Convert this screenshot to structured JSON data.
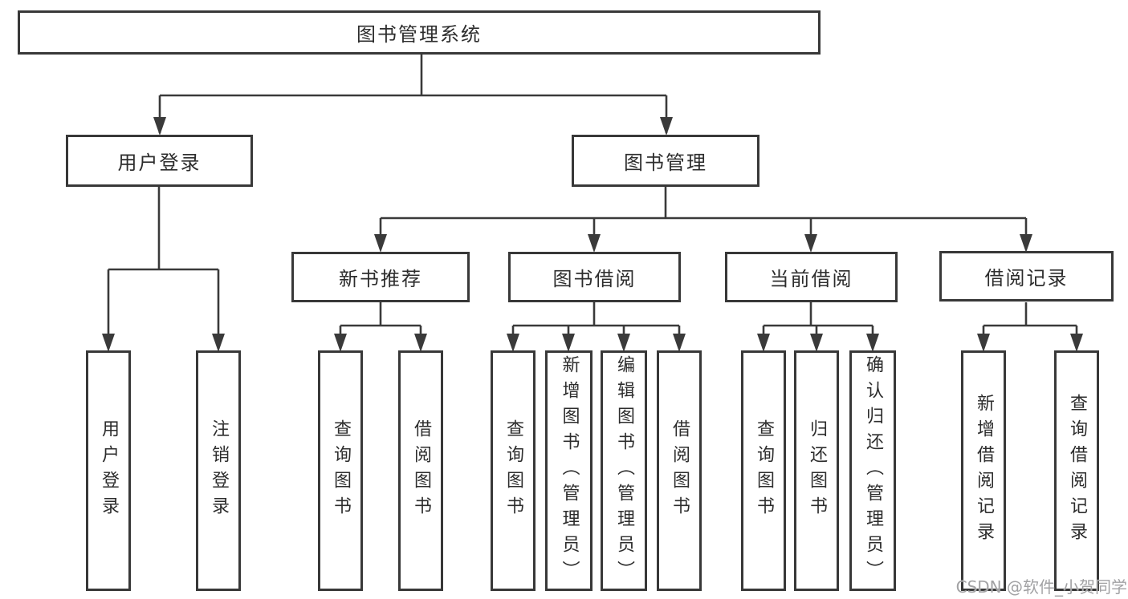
{
  "diagram": {
    "root": {
      "label": "图书管理系统"
    },
    "level1": [
      {
        "label": "用户登录"
      },
      {
        "label": "图书管理"
      }
    ],
    "level2": [
      {
        "label": "新书推荐"
      },
      {
        "label": "图书借阅"
      },
      {
        "label": "当前借阅"
      },
      {
        "label": "借阅记录"
      }
    ],
    "leaves": [
      {
        "label": "用户登录"
      },
      {
        "label": "注销登录"
      },
      {
        "label": "查询图书"
      },
      {
        "label": "借阅图书"
      },
      {
        "label": "查询图书"
      },
      {
        "label": "新增图书（管理员）"
      },
      {
        "label": "编辑图书（管理员）"
      },
      {
        "label": "借阅图书"
      },
      {
        "label": "查询图书"
      },
      {
        "label": "归还图书"
      },
      {
        "label": "确认归还（管理员）"
      },
      {
        "label": "新增借阅记录"
      },
      {
        "label": "查询借阅记录"
      }
    ],
    "watermark": "CSDN @软件_小贺同学",
    "colors": {
      "line": "#3a3a3a",
      "border": "#383838",
      "text": "#2d2d2d",
      "watermark": "#a2a2a4",
      "background": "#ffffff"
    }
  }
}
